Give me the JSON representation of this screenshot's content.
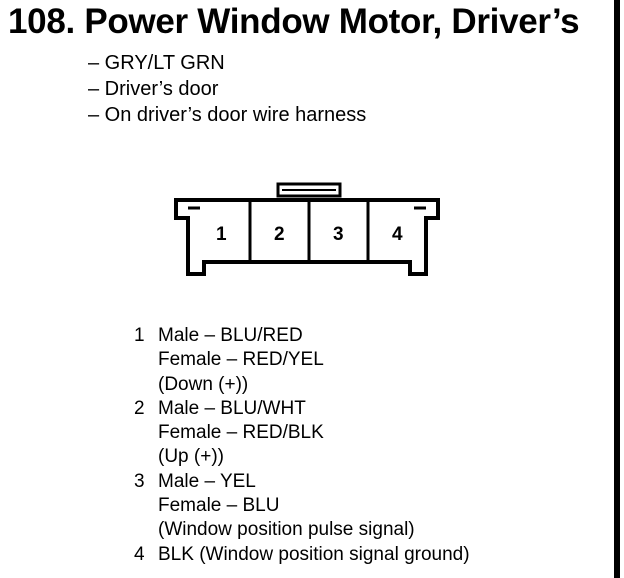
{
  "title": "108. Power Window Motor, Driver’s",
  "description": [
    "– GRY/LT GRN",
    "– Driver’s door",
    "– On driver’s door wire harness"
  ],
  "connector": {
    "pins": [
      "1",
      "2",
      "3",
      "4"
    ]
  },
  "pin_details": [
    {
      "number": "1",
      "lines": [
        "Male – BLU/RED",
        "Female – RED/YEL",
        "(Down (+))"
      ]
    },
    {
      "number": "2",
      "lines": [
        "Male – BLU/WHT",
        "Female – RED/BLK",
        "(Up (+))"
      ]
    },
    {
      "number": "3",
      "lines": [
        "Male – YEL",
        "Female – BLU",
        "(Window position pulse signal)"
      ]
    },
    {
      "number": "4",
      "lines": [
        "BLK (Window position signal ground)"
      ]
    }
  ]
}
